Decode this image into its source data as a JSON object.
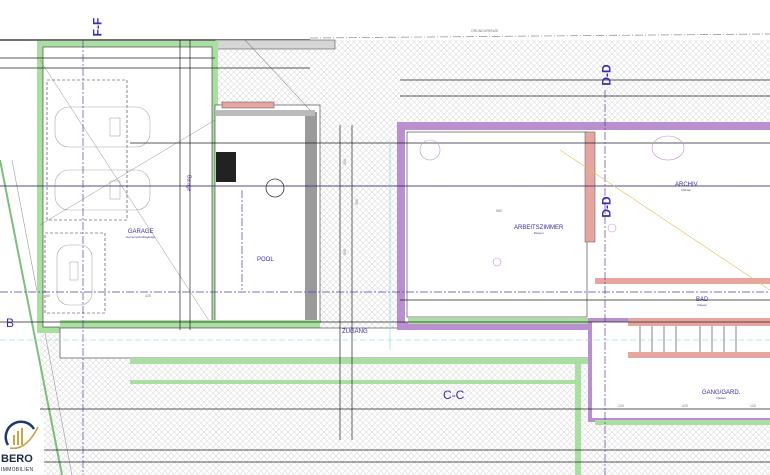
{
  "plan": {
    "boundary_label": "GRUNDGRENZE",
    "sections": [
      "F-F",
      "D-D",
      "D-D",
      "C-C",
      "B"
    ],
    "rooms": [
      {
        "name": "GARAGE",
        "sub": "Gemeinschaftsgarage"
      },
      {
        "name": "POOL",
        "sub": ""
      },
      {
        "name": "ZUGANG",
        "sub": ""
      },
      {
        "name": "ARBEITSZIMMER",
        "sub": "Fliesen"
      },
      {
        "name": "ARCHIV",
        "sub": "Fliesen"
      },
      {
        "name": "BAD",
        "sub": "Fliesen"
      },
      {
        "name": "GANG/GARD.",
        "sub": "Fliesen"
      }
    ],
    "side_labels": {
      "garage_side": "Garage"
    },
    "dimensions": [
      "580",
      "120",
      "420",
      "120",
      "500",
      "300",
      "250",
      "50",
      "425"
    ]
  },
  "colors": {
    "wall_green": "#a9dfa0",
    "wall_purple": "#b98fd0",
    "wall_pink": "#e7a5a0",
    "text_purple": "#4b2a9a",
    "hatch": "#d8d8d8"
  },
  "logo": {
    "name": "BERO",
    "subtitle": "IMMOBILIEN"
  }
}
